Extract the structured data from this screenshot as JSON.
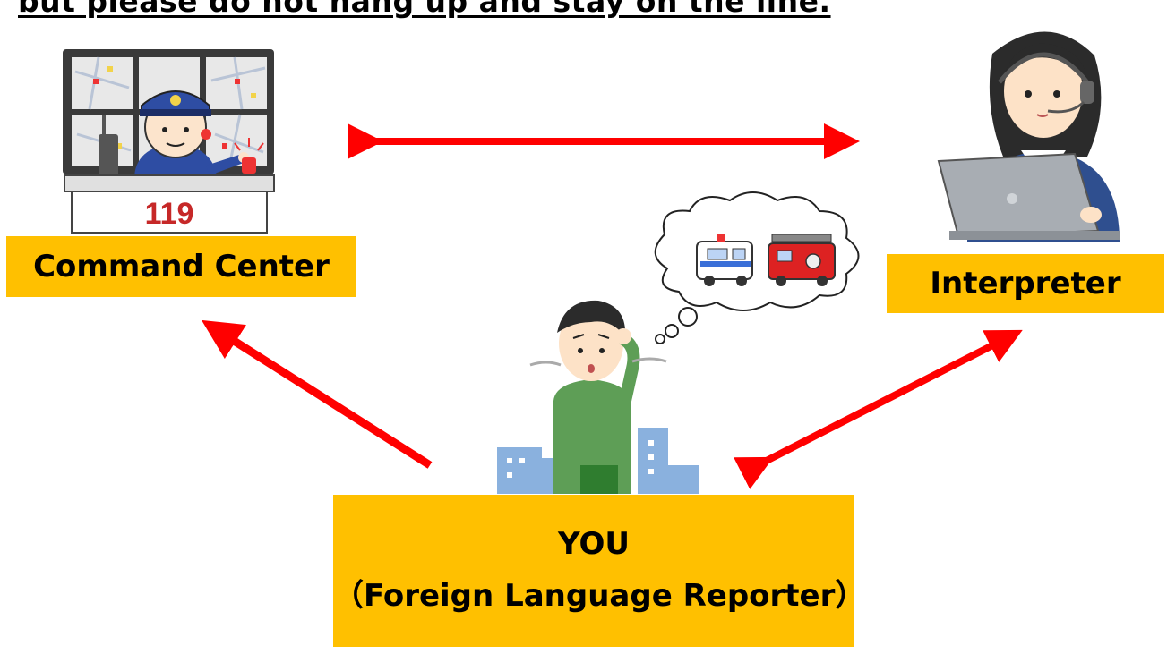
{
  "header": {
    "note": "but please do not hang up and stay on the line."
  },
  "nodes": {
    "command_center": {
      "label": "Command Center"
    },
    "interpreter": {
      "label": "Interpreter"
    },
    "you": {
      "line1": "YOU",
      "line2": "（Foreign Language Reporter）"
    }
  },
  "emblem": {
    "number": "119"
  },
  "colors": {
    "box_fill": "#ffc000",
    "arrow": "#ff0000",
    "text": "#000000"
  },
  "icons": [
    "dispatcher-illustration",
    "interpreter-illustration",
    "confused-man-illustration",
    "ambulance-icon",
    "fire-truck-icon",
    "thought-bubble"
  ]
}
